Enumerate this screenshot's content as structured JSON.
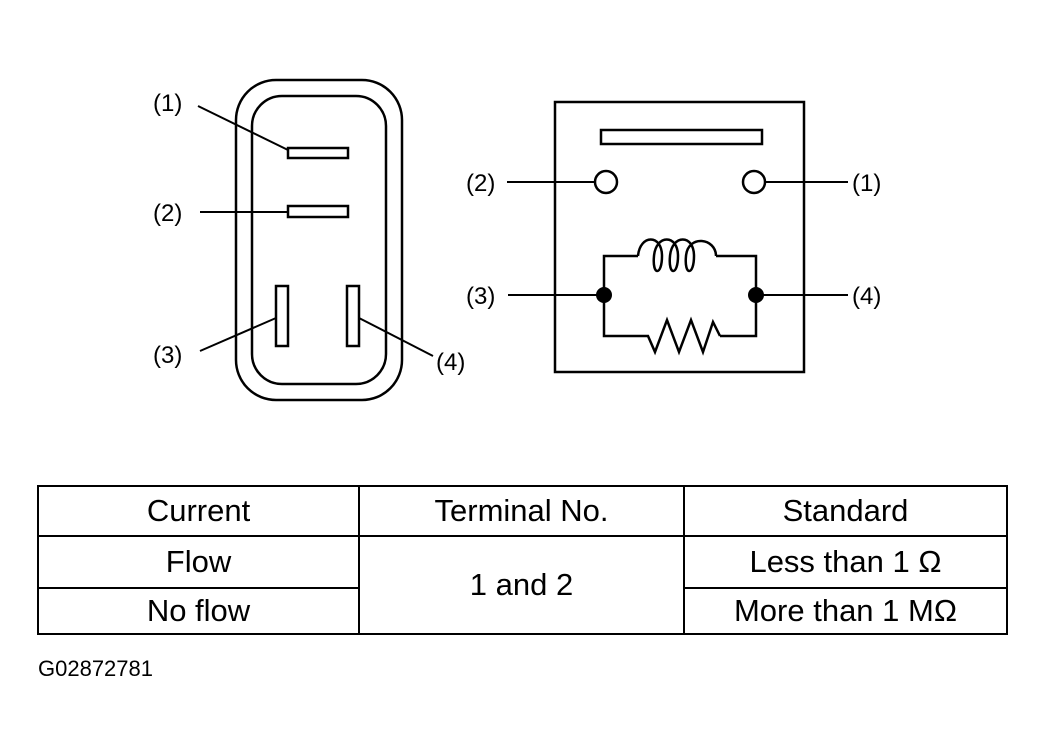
{
  "connector_labels": {
    "t1": "(1)",
    "t2": "(2)",
    "t3": "(3)",
    "t4": "(4)"
  },
  "relay_labels": {
    "t1": "(1)",
    "t2": "(2)",
    "t3": "(3)",
    "t4": "(4)"
  },
  "table": {
    "headers": [
      "Current",
      "Terminal No.",
      "Standard"
    ],
    "rows": [
      {
        "current": "Flow",
        "terminal": "1 and 2",
        "standard": "Less than 1 Ω"
      },
      {
        "current": "No flow",
        "terminal": "1 and 2",
        "standard": "More than 1 MΩ"
      }
    ]
  },
  "figure_id": "G02872781"
}
